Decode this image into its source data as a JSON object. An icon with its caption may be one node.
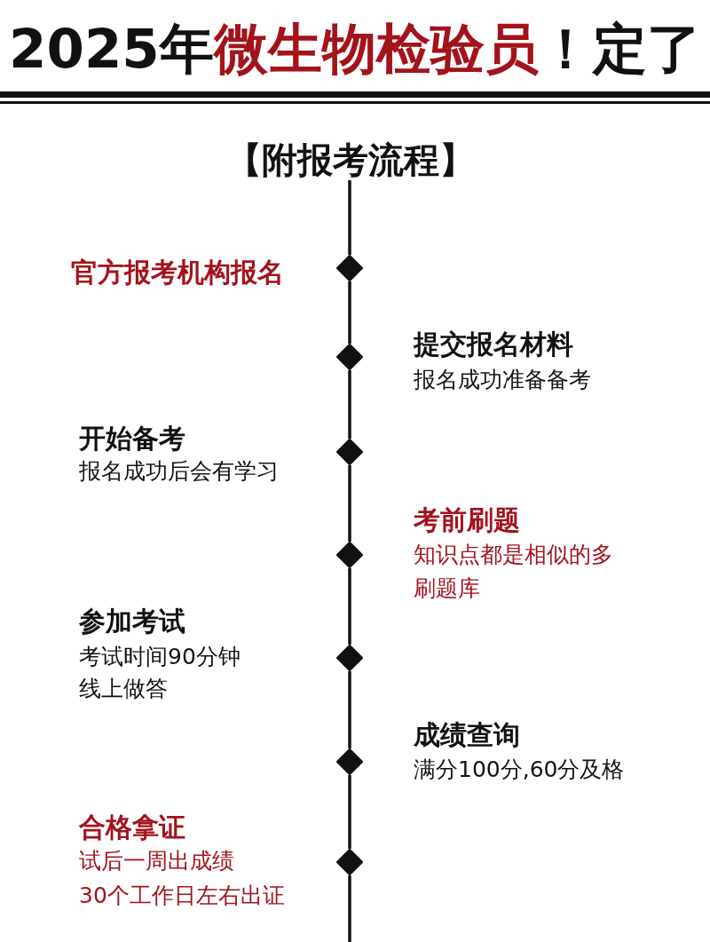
{
  "diagram": {
    "title": "2025年**微生物检验员**！定了",
    "nodes": [
      {
        "text": [
          "【附报考流程】"
        ]
      },
      {
        "text": [],
        "shape": "diamond",
        "beside": [
          "官方报考机构报名"
        ]
      },
      {
        "text": [],
        "shape": "diamond",
        "beside": [
          "提交报名材料",
          "报名成功准备备考"
        ]
      },
      {
        "text": [],
        "shape": "diamond",
        "beside": [
          "开始备考",
          "报名成功后会有学习"
        ]
      },
      {
        "text": [],
        "shape": "diamond",
        "beside": [
          "考前刷题",
          "知识点都是相似的多刷题库"
        ]
      },
      {
        "text": [],
        "shape": "diamond",
        "beside": [
          "参加考试",
          "考试时间90分钟",
          "线上做答"
        ]
      },
      {
        "text": [],
        "shape": "diamond",
        "beside": [
          "成绩查询",
          "满分100分,60分及格"
        ]
      },
      {
        "text": [],
        "shape": "diamond",
        "beside": [
          "合格拿证",
          "试后一周出成绩",
          "30个工作日左右出证"
        ]
      }
    ],
    "edges": [
      {
        "from": 0,
        "to": 1,
        "arrow": "none"
      },
      {
        "from": 1,
        "to": 2,
        "arrow": "none"
      },
      {
        "from": 2,
        "to": 3,
        "arrow": "none"
      },
      {
        "from": 3,
        "to": 4,
        "arrow": "none"
      },
      {
        "from": 4,
        "to": 5,
        "arrow": "none"
      },
      {
        "from": 5,
        "to": 6,
        "arrow": "none"
      },
      {
        "from": 6,
        "to": 7,
        "arrow": "none"
      },
      {
        "from": 7,
        "to": null,
        "arrow": "none"
      }
    ]
  }
}
